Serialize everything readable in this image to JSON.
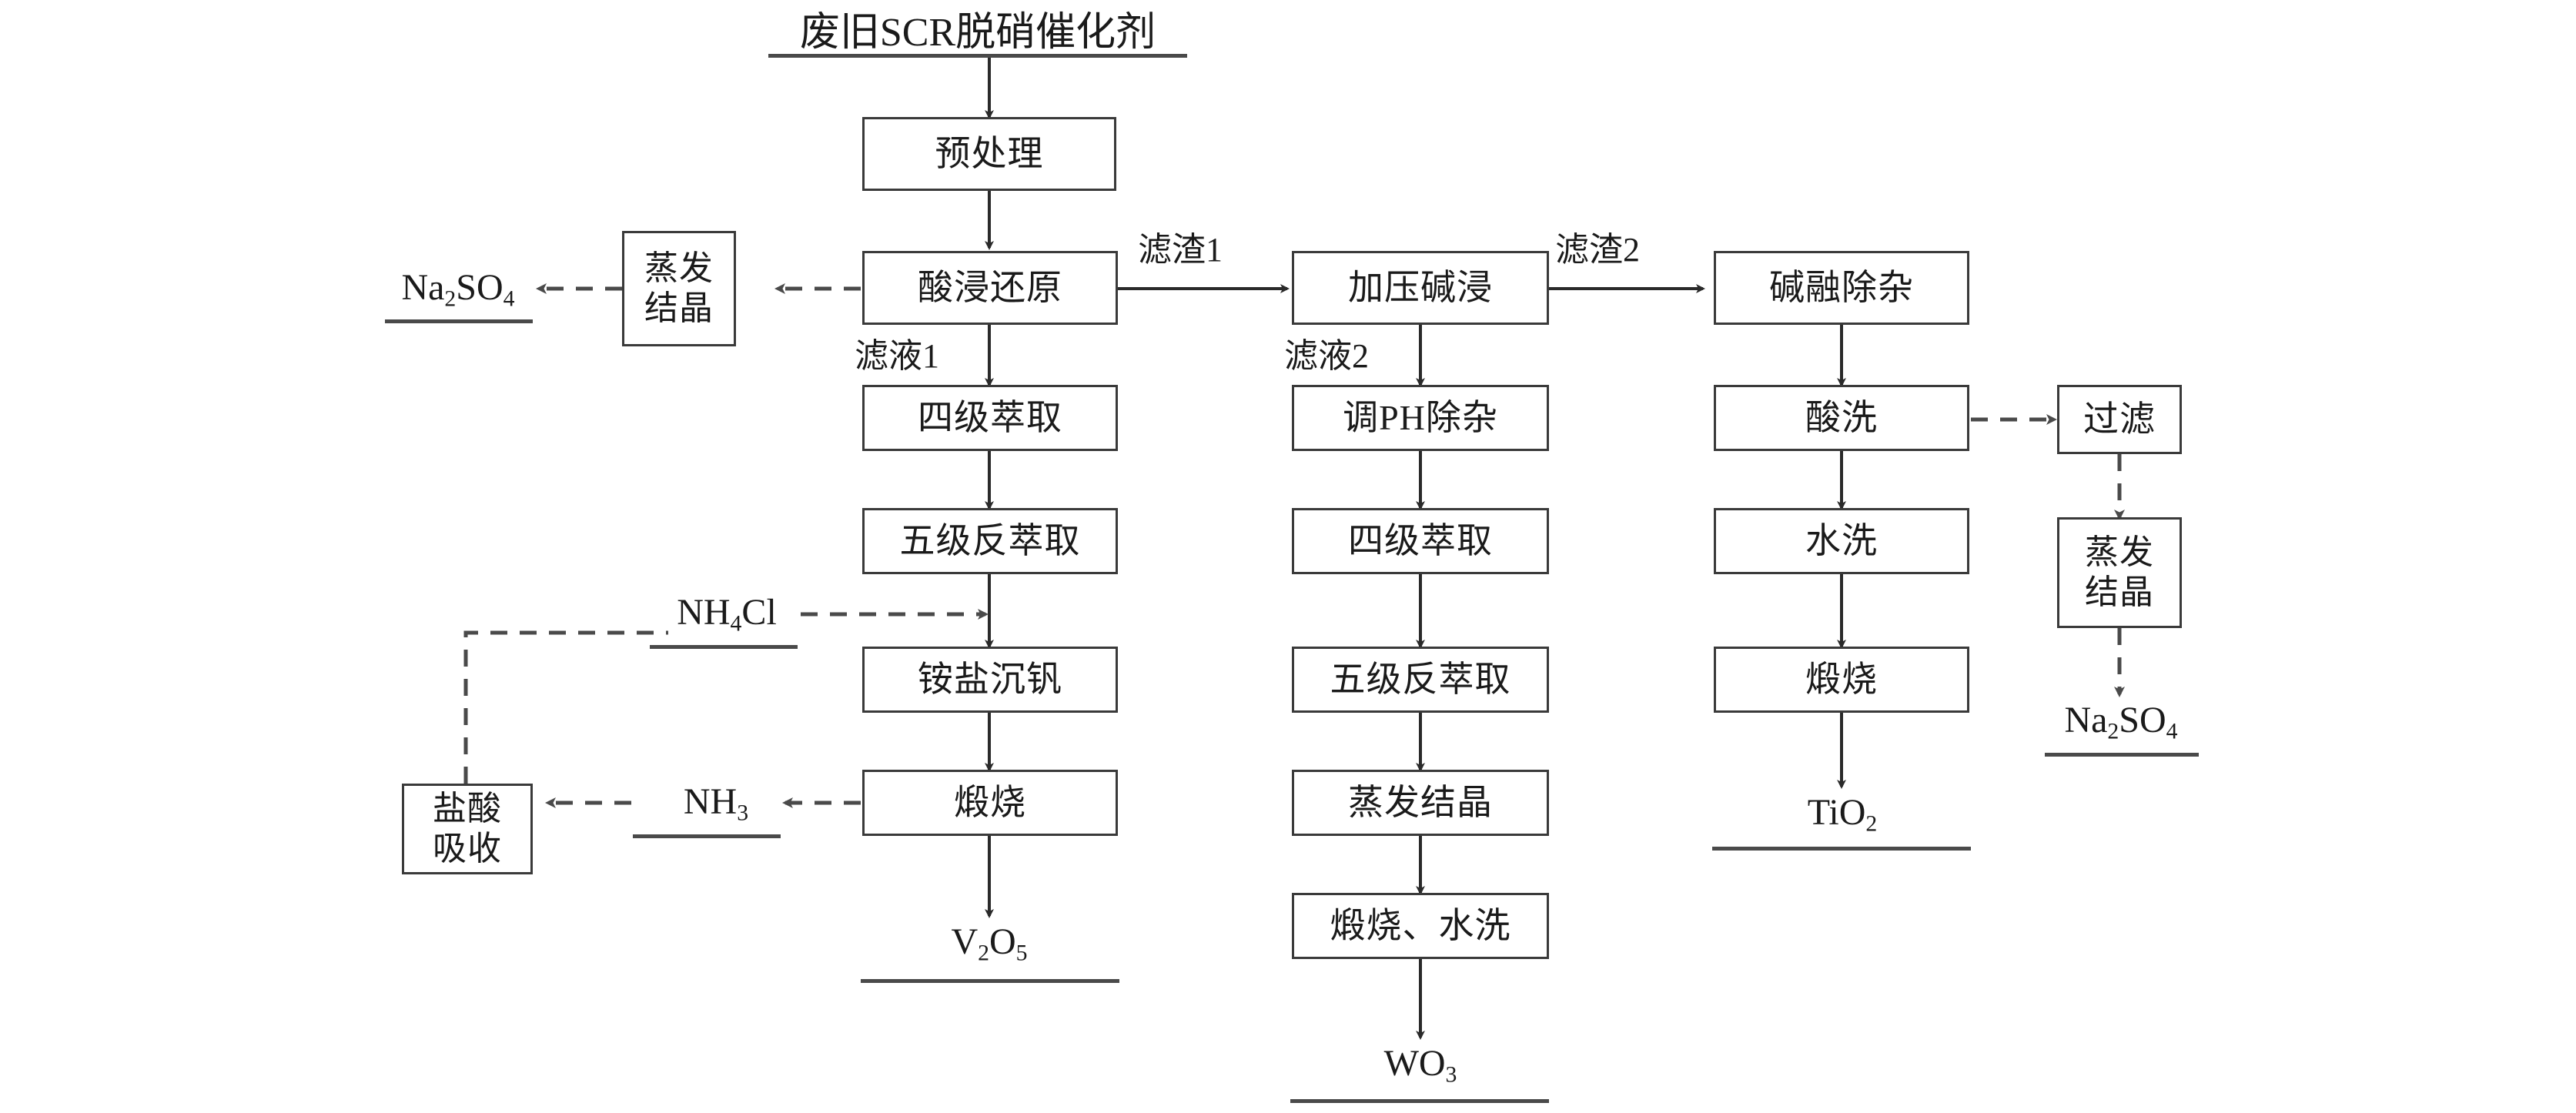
{
  "diagram": {
    "title": "废旧SCR脱硝催化剂",
    "nodes": {
      "pretreat": "预处理",
      "acid_leach_reduce": "酸浸还原",
      "evap_cryst_left": "蒸发\n结晶",
      "four_stage_extract_left": "四级萃取",
      "five_stage_strip_left": "五级反萃取",
      "ammonium_precip_v": "铵盐沉钒",
      "calcine_left": "煅烧",
      "hcl_absorb": "盐酸\n吸收",
      "pressure_alkali_leach": "加压碱浸",
      "adjust_ph_remove": "调PH除杂",
      "four_stage_extract_mid": "四级萃取",
      "five_stage_strip_mid": "五级反萃取",
      "evap_cryst_mid": "蒸发结晶",
      "calcine_wash_mid": "煅烧、水洗",
      "alkali_fusion_remove": "碱融除杂",
      "acid_wash": "酸洗",
      "water_wash": "水洗",
      "calcine_right": "煅烧",
      "filter": "过滤",
      "evap_cryst_right": "蒸发\n结晶"
    },
    "products": {
      "na2so4_left": "Na2SO4",
      "v2o5": "V2O5",
      "wo3": "WO3",
      "tio2": "TiO2",
      "na2so4_right": "Na2SO4",
      "nh4cl": "NH4Cl",
      "nh3": "NH3"
    },
    "edge_labels": {
      "residue1": "滤渣1",
      "residue2": "滤渣2",
      "filtrate1": "滤液1",
      "filtrate2": "滤液2"
    },
    "colors": {
      "stroke": "#3a3a3a",
      "text": "#1a1a1a",
      "background": "#ffffff"
    }
  }
}
